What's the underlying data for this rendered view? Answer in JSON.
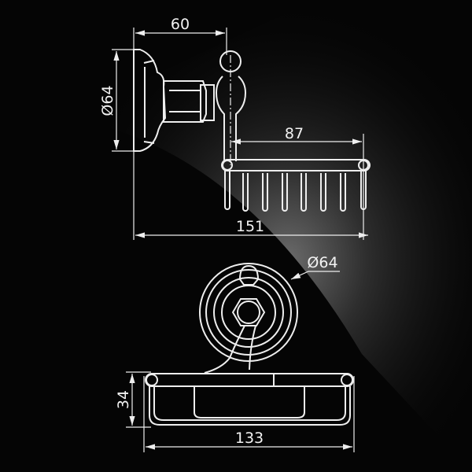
{
  "drawing": {
    "top_view": {
      "width_label": "60",
      "diameter_label": "Ø64",
      "arm_label": "87",
      "total_label": "151",
      "tine_count": 8
    },
    "bottom_view": {
      "diameter_label": "Ø64",
      "height_label": "34",
      "width_label": "133"
    },
    "colors": {
      "background": "#050505",
      "line": "#eeeeee"
    }
  }
}
